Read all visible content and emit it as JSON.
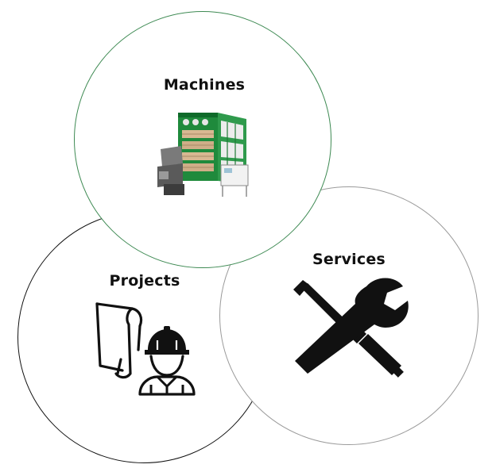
{
  "diagram": {
    "sections": [
      {
        "id": "machines",
        "label": "Machines",
        "icon": "machinery-image-icon",
        "border_color": "#3e8a53"
      },
      {
        "id": "projects",
        "label": "Projects",
        "icon": "engineer-blueprint-icon",
        "border_color": "#111111"
      },
      {
        "id": "services",
        "label": "Services",
        "icon": "wrench-screwdriver-icon",
        "border_color": "#9a9a9a"
      }
    ]
  }
}
